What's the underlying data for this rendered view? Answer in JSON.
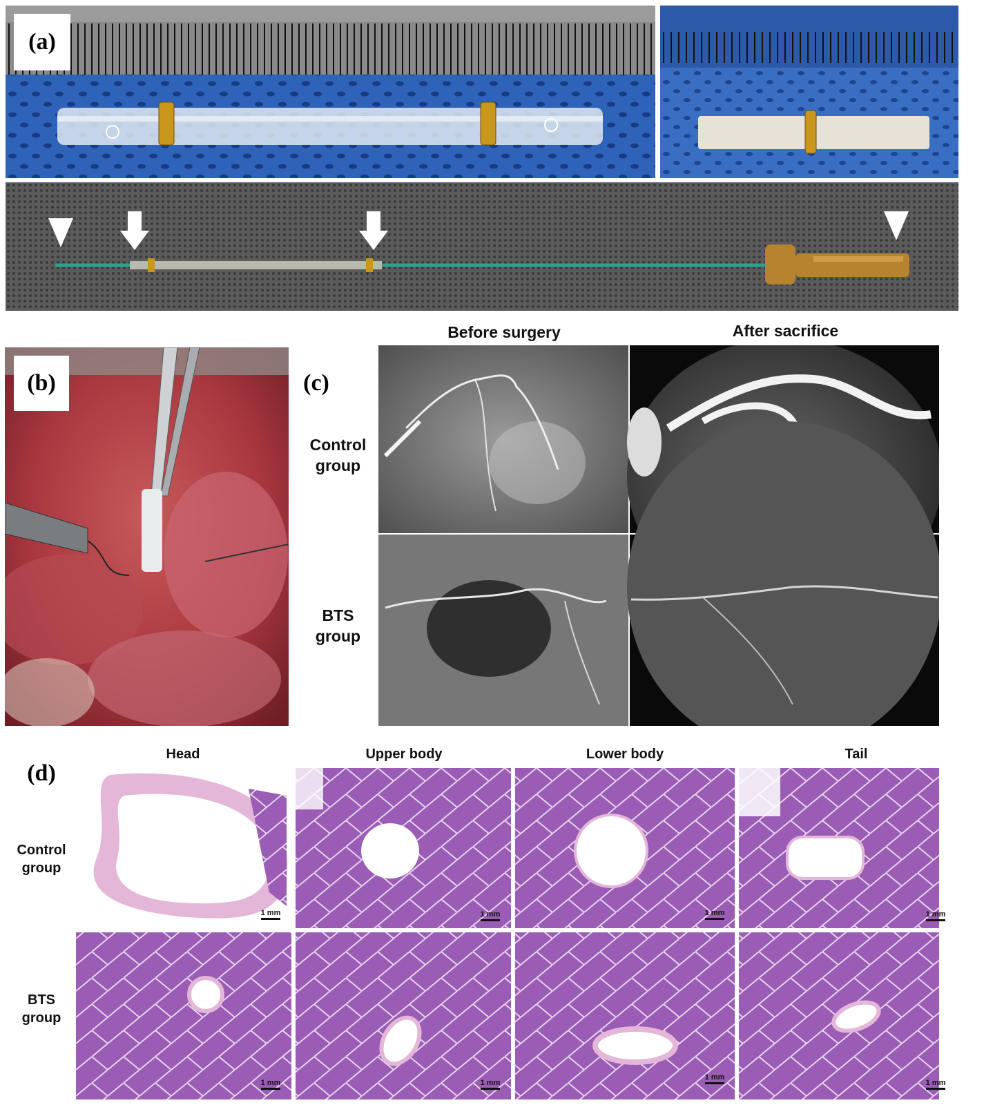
{
  "panel_a": {
    "label": "(a)",
    "top_left_photo": "stent-with-two-gold-markers-on-ruler",
    "top_right_photo": "short-stent-with-one-gold-marker-on-ruler",
    "bottom_photo": "stent-mounted-on-delivery-catheter",
    "colors": {
      "drape": "#2a5fb8",
      "ruler": "#777777",
      "marker": "#c8971c",
      "catheter": "#2aa38c",
      "handle": "#b8832e"
    }
  },
  "panel_b": {
    "label": "(b)",
    "photo": "surgical-field-stent-placement",
    "colors": {
      "tissue": "#b8424a"
    }
  },
  "panel_c": {
    "label": "(c)",
    "col_headers": [
      "Before surgery",
      "After sacrifice"
    ],
    "row_labels": [
      "Control\ngroup",
      "BTS\ngroup"
    ]
  },
  "panel_d": {
    "label": "(d)",
    "col_headers": [
      "Head",
      "Upper body",
      "Lower body",
      "Tail"
    ],
    "row_labels": [
      "Control\ngroup",
      "BTS\ngroup"
    ],
    "scale_label": "1 mm",
    "colors": {
      "stain": "#9a5cb4",
      "septa": "#e8d6ef"
    }
  }
}
